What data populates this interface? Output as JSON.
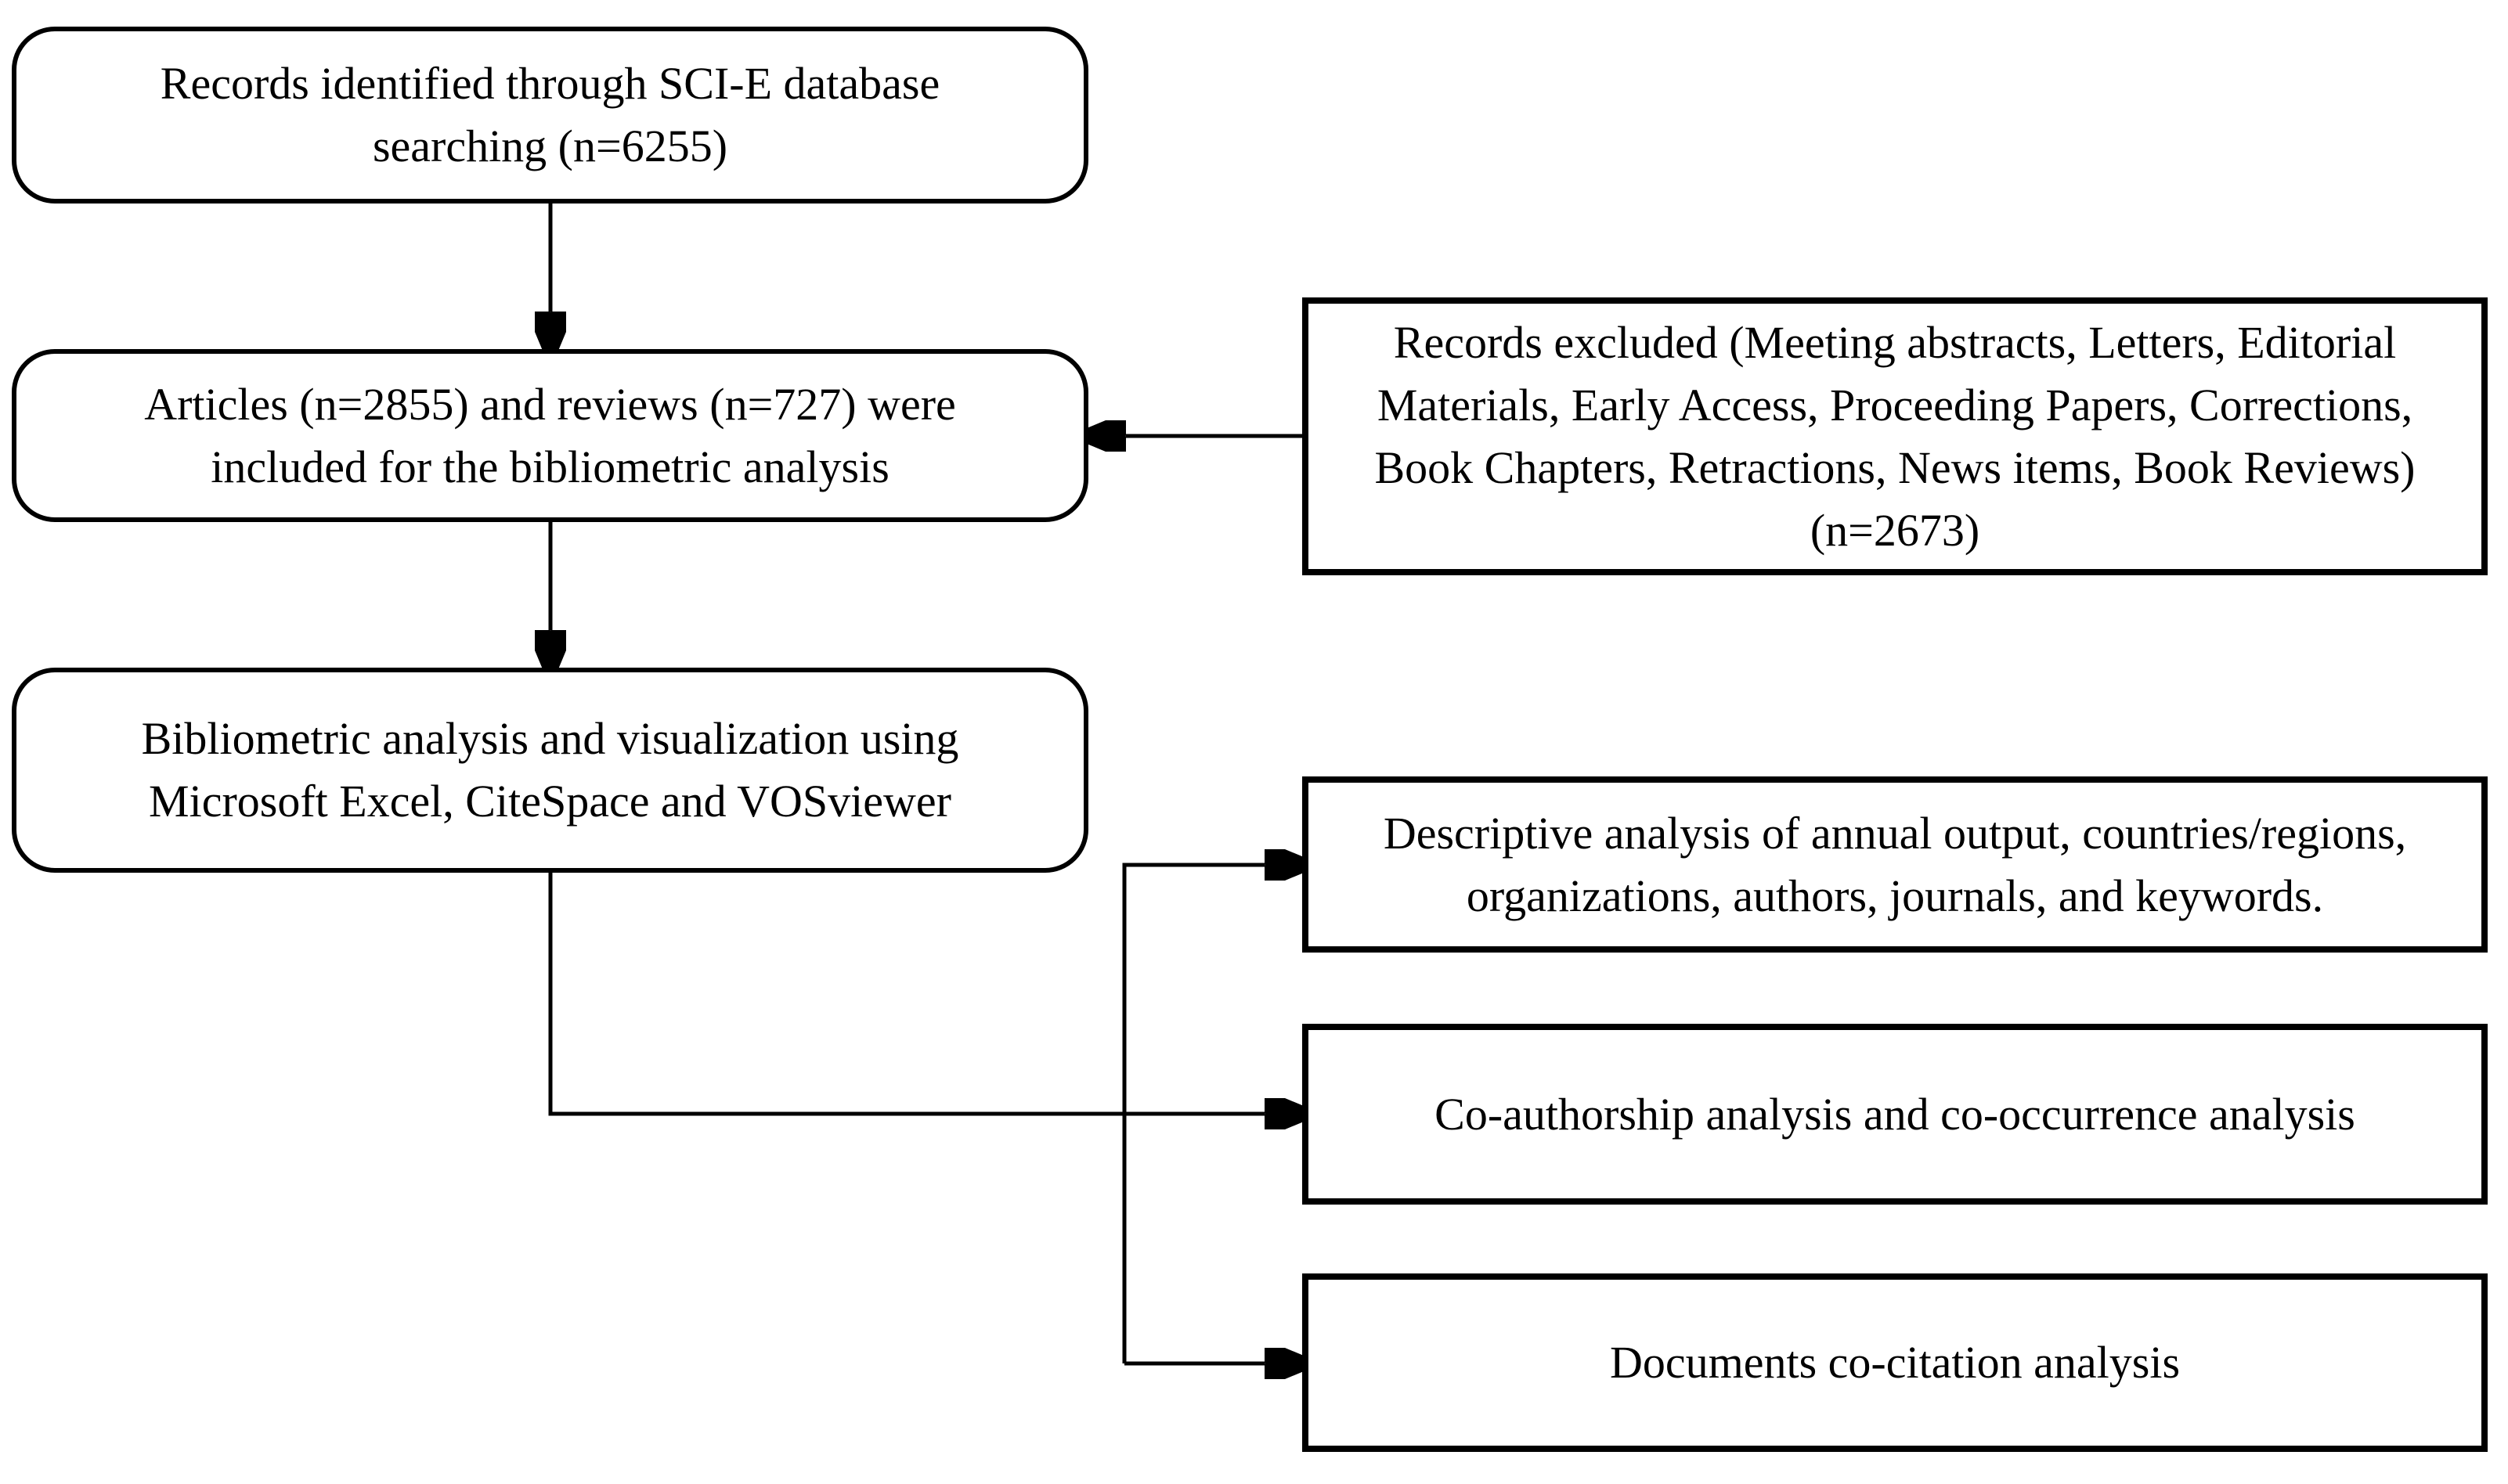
{
  "diagram": {
    "title": "Bibliometric analysis flowchart",
    "colors": {
      "border": "#000000",
      "background": "#ffffff",
      "text": "#000000"
    },
    "boxes": {
      "identified": {
        "lines": [
          "Records identified through SCI-E database",
          "searching (n=6255)"
        ]
      },
      "included": {
        "lines": [
          "Articles (n=2855) and reviews (n=727) were",
          "included for the bibliometric analysis"
        ]
      },
      "excluded": {
        "lines": [
          "Records excluded (Meeting abstracts, Letters, Editorial",
          "Materials, Early Access, Proceeding Papers, Corrections,",
          "Book Chapters, Retractions, News items, Book Reviews)",
          "(n=2673)"
        ]
      },
      "analysis": {
        "lines": [
          "Bibliometric analysis and visualization using",
          "Microsoft Excel, CiteSpace and VOSviewer"
        ]
      },
      "descriptive": {
        "lines": [
          "Descriptive analysis of annual output, countries/regions,",
          "organizations, authors, journals, and keywords."
        ]
      },
      "coauthorship": {
        "lines": [
          "Co-authorship analysis and co-occurrence analysis"
        ]
      },
      "cocitation": {
        "lines": [
          "Documents co-citation analysis"
        ]
      }
    }
  }
}
